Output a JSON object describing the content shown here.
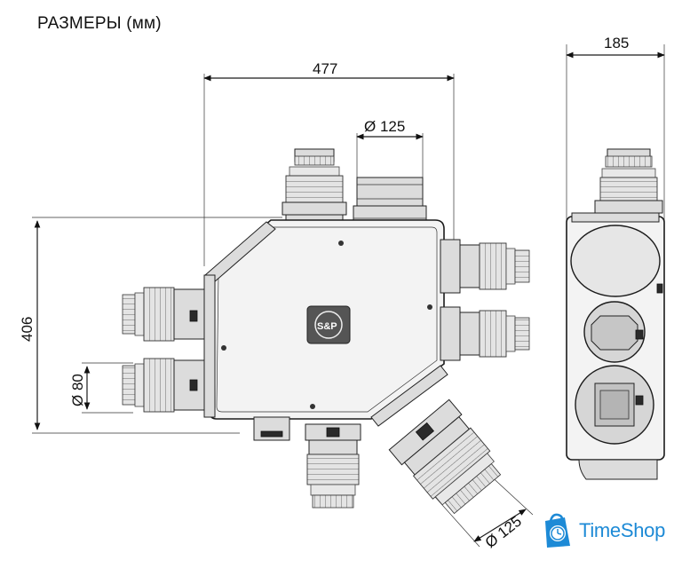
{
  "title": "РАЗМЕРЫ (мм)",
  "dimensions": {
    "width_main": "477",
    "width_side": "185",
    "height": "406",
    "diameter_top": "Ø 125",
    "diameter_left": "Ø 80",
    "diameter_bottom": "Ø 125"
  },
  "badge": "S&P",
  "watermark": {
    "brand": "TimeShop",
    "icon": "bag-clock-icon",
    "color": "#1d8ad6"
  }
}
